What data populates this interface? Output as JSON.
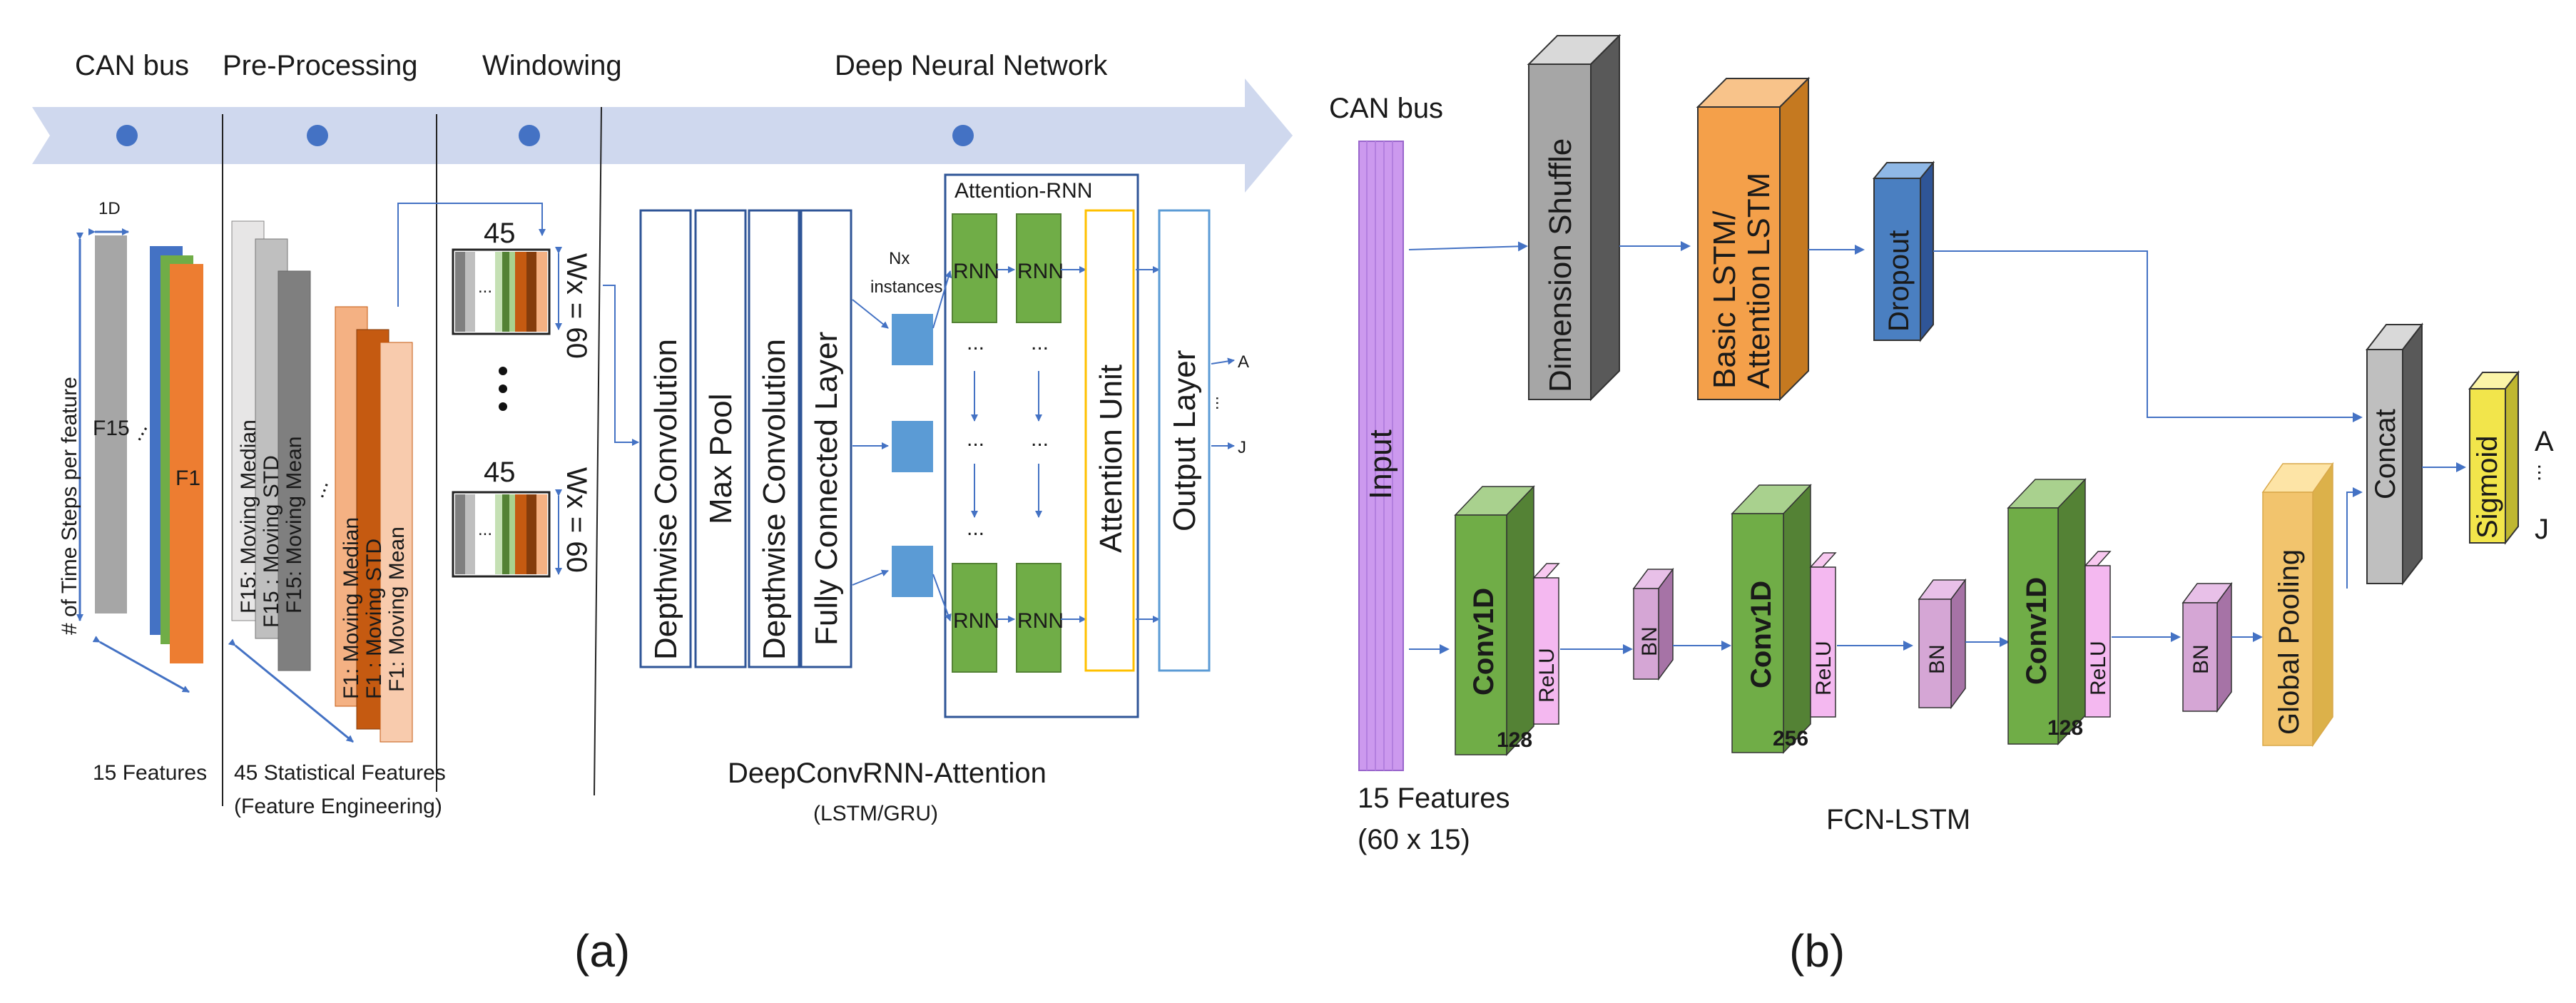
{
  "panel_a": {
    "stages": {
      "can_bus": "CAN bus",
      "preprocessing": "Pre-Processing",
      "windowing": "Windowing",
      "dnn": "Deep Neural Network"
    },
    "raw": {
      "dim_label": "1D",
      "y_label": "# of Time Steps per feature",
      "f15": "F15",
      "ellipsis": "...",
      "f1": "F1",
      "caption": "15 Features"
    },
    "stats": {
      "f15_median": "F15: Moving Median",
      "f15_std": "F15 : Moving STD",
      "f15_mean": "F15: Moving Mean",
      "f1_median": "F1: Moving Median",
      "f1_std": "F1 : Moving STD",
      "f1_mean": "F1: Moving Mean",
      "ellipsis": "...",
      "caption_line1": "45 Statistical Features",
      "caption_line2": "(Feature Engineering)"
    },
    "windowing": {
      "win1_count": "45",
      "win2_count": "45",
      "win_size1": "Wx = 60",
      "win_size2": "Wx = 60",
      "dots": "•\n•\n•",
      "inner_dots": "..."
    },
    "dnn": {
      "layers": [
        "Depthwise Convolution",
        "Max Pool",
        "Depthwise Convolution",
        "Fully Connected Layer"
      ],
      "nx_line1": "Nx",
      "nx_line2": "instances",
      "attention_rnn_title": "Attention-RNN",
      "rnn": "RNN",
      "ellipsis": "...",
      "attention_unit": "Attention Unit",
      "output_layer": "Output Layer",
      "out_a": "A",
      "out_dots": "...",
      "out_j": "J",
      "model_name": "DeepConvRNN-Attention",
      "model_sub": "(LSTM/GRU)"
    },
    "caption": "(a)"
  },
  "panel_b": {
    "can_bus": "CAN bus",
    "input": "Input",
    "input_caption_line1": "15 Features",
    "input_caption_line2": "(60 x 15)",
    "dimension_shuffle": "Dimension Shuffle",
    "lstm_line1": "Basic LSTM/",
    "lstm_line2": "Attention LSTM",
    "dropout": "Dropout",
    "conv_blocks": [
      {
        "label": "Conv1D",
        "filters": "128",
        "act": "ReLU",
        "bn": "BN"
      },
      {
        "label": "Conv1D",
        "filters": "256",
        "act": "ReLU",
        "bn": "BN"
      },
      {
        "label": "Conv1D",
        "filters": "128",
        "act": "ReLU",
        "bn": "BN"
      }
    ],
    "global_pooling": "Global Pooling",
    "concat": "Concat",
    "sigmoid": "Sigmoid",
    "out_a": "A",
    "out_dots": "...",
    "out_j": "J",
    "model_name": "FCN-LSTM",
    "caption": "(b)"
  },
  "colors": {
    "arrow": "#4472c4",
    "band": "#cfd8ee",
    "orange": "#ed7d31",
    "green": "#70ad47",
    "gray": "#a6a6a6",
    "blue_node": "#5b9bd5",
    "purple": "#cc99ee",
    "pink": "#f4b8f0",
    "lstm_orange": "#f4a04a",
    "gold": "#f2c46d",
    "yellow": "#f2e54b"
  }
}
